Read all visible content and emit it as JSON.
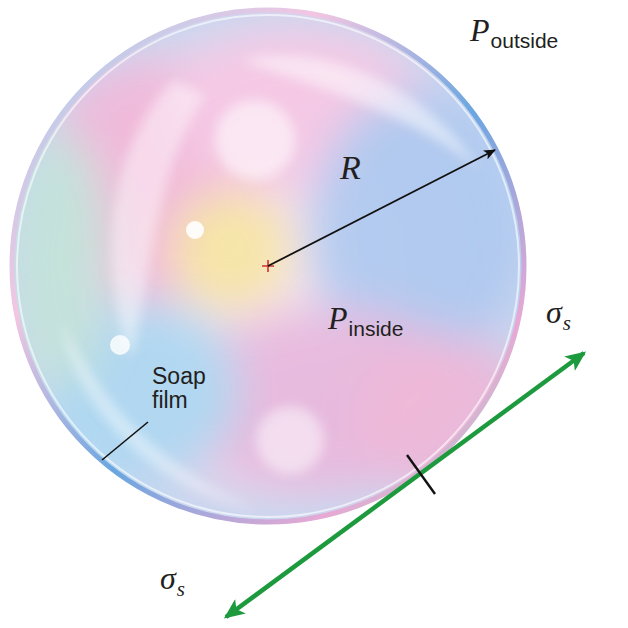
{
  "diagram": {
    "labels": [
      "P",
      "outside",
      "R",
      "P",
      "inside",
      "Soap film",
      "σ",
      "s",
      "σ",
      "s"
    ]
  }
}
